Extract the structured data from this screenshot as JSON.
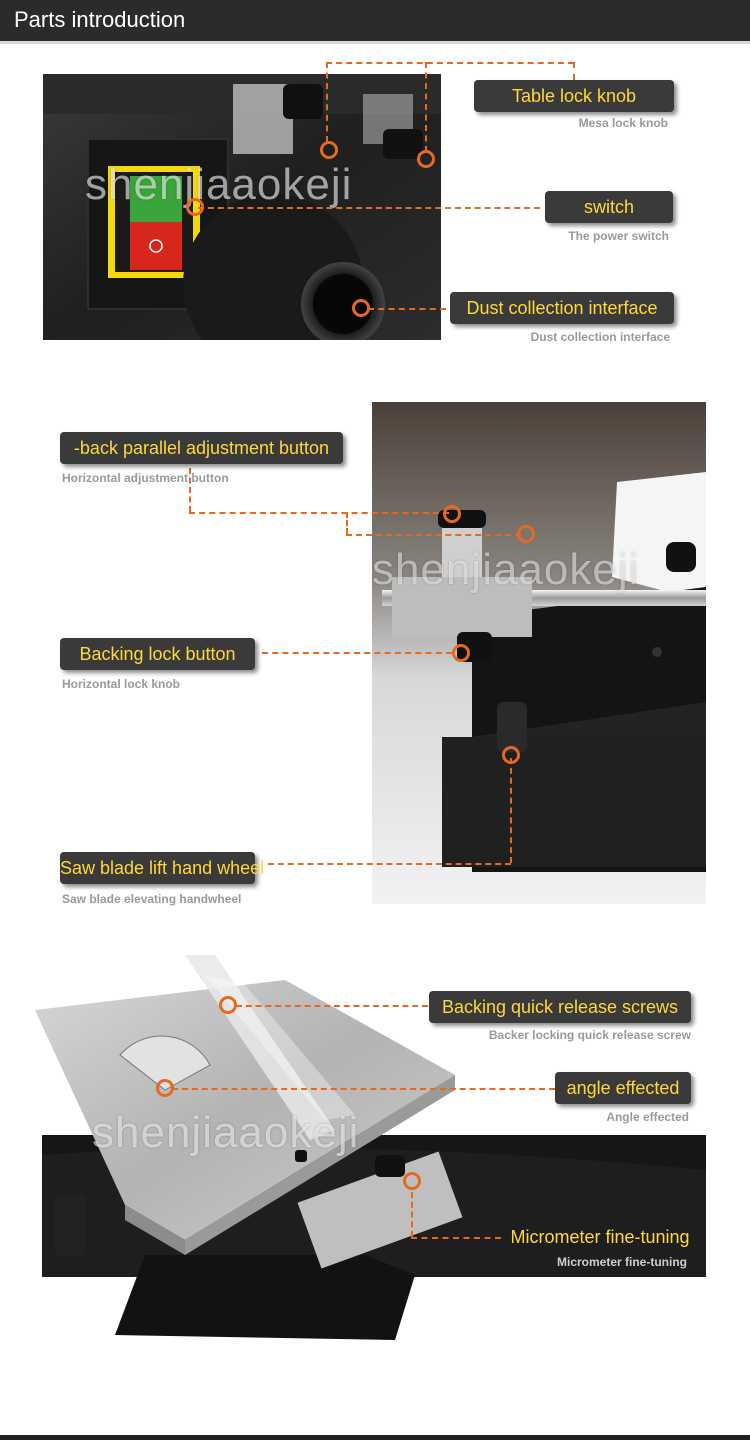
{
  "header": {
    "title": "Parts introduction"
  },
  "watermark": "shenjiaaokeji",
  "section1": {
    "labels": [
      {
        "title": "Table lock knob",
        "subtitle": "Mesa lock knob"
      },
      {
        "title": "switch",
        "subtitle": "The power switch"
      },
      {
        "title": "Dust collection interface",
        "subtitle": "Dust collection interface"
      }
    ]
  },
  "section2": {
    "labels": [
      {
        "title": "-back parallel adjustment button",
        "subtitle": "Horizontal adjustment button"
      },
      {
        "title": "Backing lock button",
        "subtitle": "Horizontal lock knob"
      },
      {
        "title": "Saw blade lift hand wheel",
        "subtitle": "Saw blade elevating handwheel"
      }
    ]
  },
  "section3": {
    "labels": [
      {
        "title": "Backing quick release screws",
        "subtitle": "Backer locking quick release screw"
      },
      {
        "title": "angle effected",
        "subtitle": "Angle effected"
      },
      {
        "title": "Micrometer fine-tuning",
        "subtitle": "Micrometer fine-tuning"
      }
    ]
  },
  "colors": {
    "accent": "#e56a1f",
    "label_text": "#ffd83a",
    "label_bg": "#3a3a3a"
  }
}
